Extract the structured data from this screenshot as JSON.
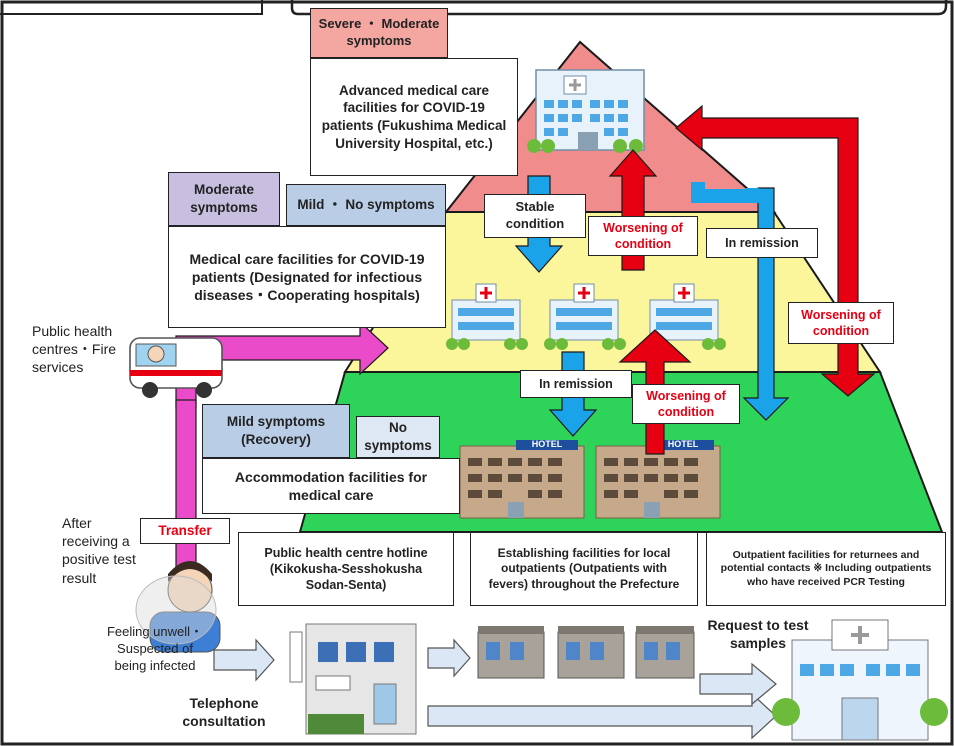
{
  "top": {
    "severe_label": "Severe ・ Moderate symptoms",
    "advanced_facility": "Advanced medical care facilities for COVID-19 patients (Fukushima Medical University Hospital, etc.)"
  },
  "middle": {
    "moderate_label": "Moderate symptoms",
    "mild_label": "Mild ・ No symptoms",
    "facility": "Medical care facilities for COVID-19 patients (Designated for infectious diseases・Cooperating hospitals)"
  },
  "bottom": {
    "mild_recovery_label": "Mild symptoms (Recovery)",
    "no_symptoms_label": "No symptoms",
    "facility": "Accommodation facilities for medical care"
  },
  "arrows": {
    "stable": "Stable condition",
    "worsening_top": "Worsening of condition",
    "remission_right": "In remission",
    "worsening_right": "Worsening of condition",
    "remission_mid": "In remission",
    "worsening_mid": "Worsening of condition",
    "transfer": "Transfer"
  },
  "left": {
    "public_health": "Public health centres・Fire services",
    "after_positive": "After receiving a positive test result",
    "feeling_unwell": "Feeling unwell・ Suspected of being infected",
    "telephone": "Telephone consultation"
  },
  "footer_boxes": {
    "hotline": "Public health centre hotline (Kikokusha-Sesshokusha Sodan-Senta)",
    "local_outpatients": "Establishing facilities for local outpatients (Outpatients with fevers) throughout the Prefecture",
    "returnees": "Outpatient facilities for returnees and potential contacts ※ Including outpatients who have received PCR Testing"
  },
  "request_samples": "Request to test samples",
  "hotel_sign": "HOTEL",
  "colors": {
    "top_tier": "#f08c8c",
    "middle_tier": "#fbf59b",
    "bottom_tier": "#2ed45a",
    "blue_arrow": "#1aa3e8",
    "red_arrow": "#e60012",
    "magenta_arrow": "#ea4bc8",
    "severe_box": "#f4a6a0",
    "moderate_box": "#c8bfe0",
    "mild_box": "#b9cde6"
  }
}
